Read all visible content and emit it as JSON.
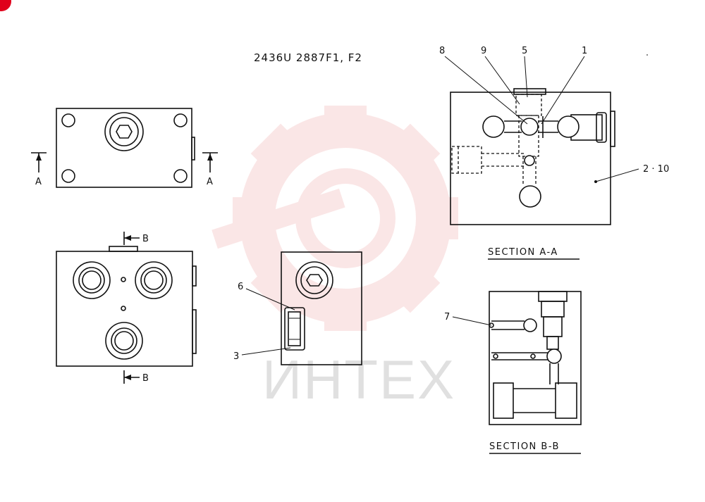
{
  "drawing": {
    "title": "2436U 2887F1, F2",
    "watermark": "ИНТЕХ",
    "section_aa": {
      "title": "SECTION A-A"
    },
    "section_bb": {
      "title": "SECTION B-B"
    },
    "cut_labels": {
      "a_left": "A",
      "a_right": "A",
      "b_top": "B",
      "b_bottom": "B"
    },
    "callouts": {
      "c8": "8",
      "c9": "9",
      "c5": "5",
      "c1": "1",
      "c2_10": "2 · 10",
      "c6": "6",
      "c3": "3",
      "c7": "7"
    },
    "colors": {
      "line": "#111111",
      "watermark": "#f2b8b8",
      "watermark_text": "#c8c8c8"
    },
    "badge_icon": "red-circle-icon"
  }
}
